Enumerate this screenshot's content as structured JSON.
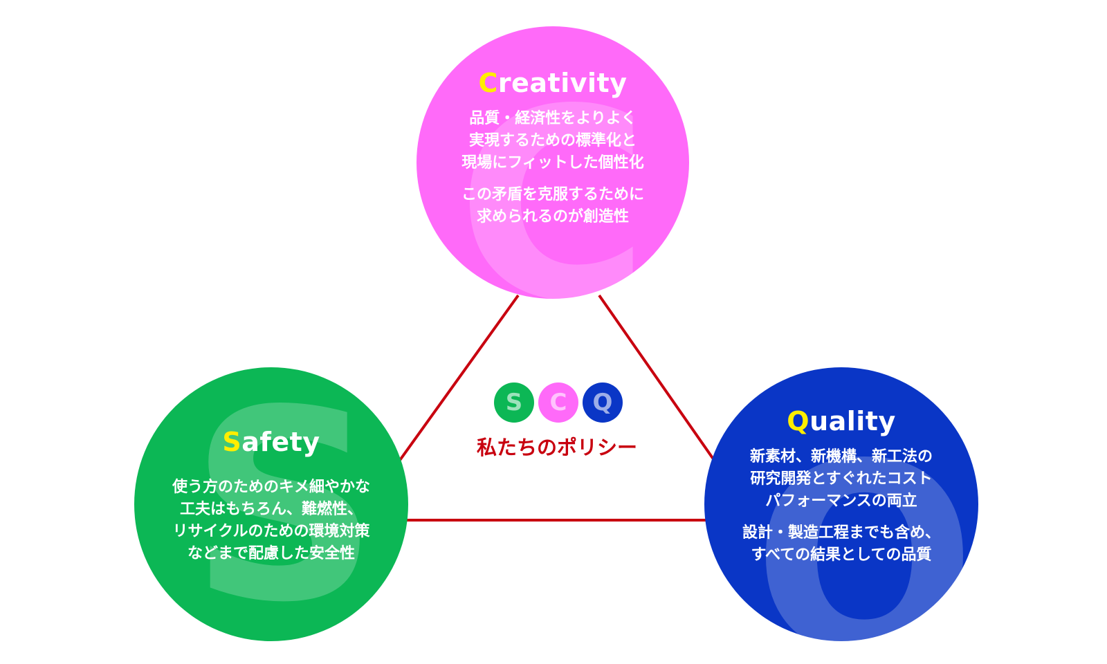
{
  "colors": {
    "creativity": "#ff6af9",
    "safety": "#0cb755",
    "quality": "#0a36c6",
    "initial_letter": "#ffee00",
    "triangle_line": "#c8000f",
    "policy_text": "#c8000f"
  },
  "creativity": {
    "watermark": "C",
    "title_initial": "C",
    "title_rest": "reativity",
    "paragraphs": [
      [
        "品質・経済性をよりよく",
        "実現するための標準化と",
        "現場にフィットした個性化"
      ],
      [
        "この矛盾を克服するために",
        "求められるのが創造性"
      ]
    ]
  },
  "safety": {
    "watermark": "S",
    "title_initial": "S",
    "title_rest": "afety",
    "paragraphs": [
      [
        "使う方のためのキメ細やかな",
        "工夫はもちろん、難燃性、",
        "リサイクルのための環境対策",
        "などまで配慮した安全性"
      ]
    ]
  },
  "quality": {
    "watermark": "Q",
    "title_initial": "Q",
    "title_rest": "uality",
    "paragraphs": [
      [
        "新素材、新機構、新工法の",
        "研究開発とすぐれたコスト",
        "パフォーマンスの両立"
      ],
      [
        "設計・製造工程までも含め、",
        "すべての結果としての品質"
      ]
    ]
  },
  "center": {
    "badges": [
      "S",
      "C",
      "Q"
    ],
    "policy": "私たちのポリシー"
  }
}
